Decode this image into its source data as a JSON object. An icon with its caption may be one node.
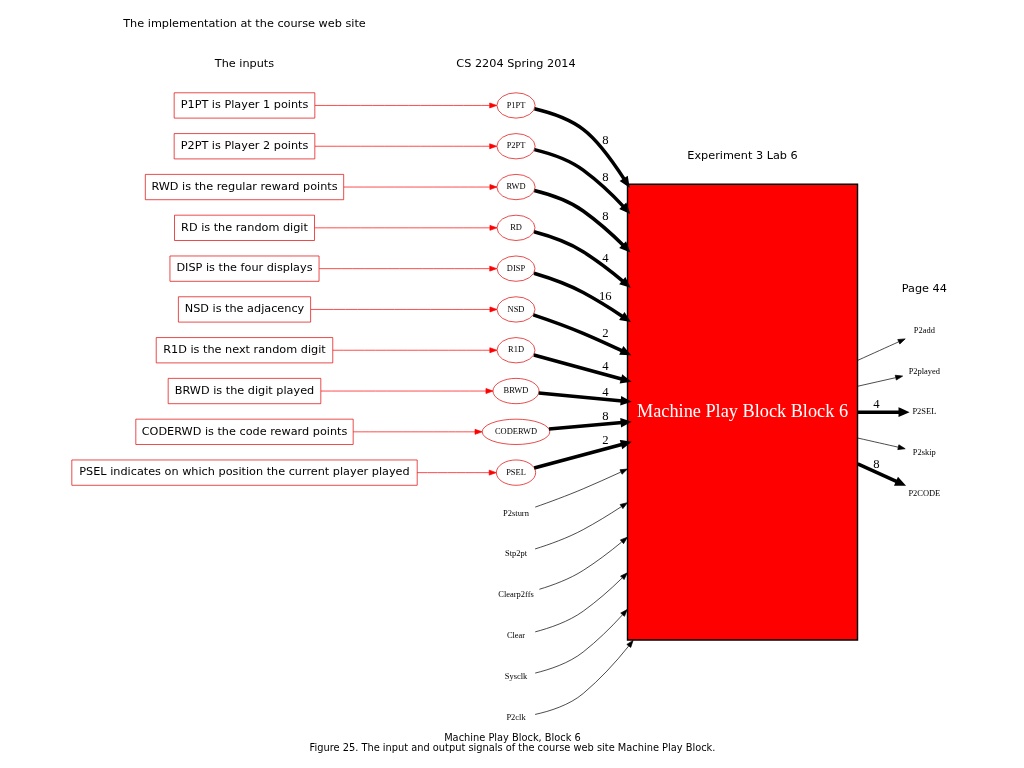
{
  "diagram": {
    "title": "Machine Play Block, Block 6",
    "caption": "Figure 25. The input and output signals of the course web site Machine Play Block.",
    "nodes": [
      {
        "text": [
          "P1PT is Player 1 points"
        ]
      },
      {
        "text": [
          "P2PT is Player 2 points"
        ]
      },
      {
        "text": [
          "RWD is the regular reward points"
        ]
      },
      {
        "text": [
          "RD is the random digit"
        ]
      },
      {
        "text": [
          "DISP is the four displays"
        ]
      },
      {
        "text": [
          "NSD is the adjacency"
        ]
      },
      {
        "text": [
          "R1D is the next random digit"
        ]
      },
      {
        "text": [
          "BRWD is the digit played"
        ]
      },
      {
        "text": [
          "CODERWD is the code reward points"
        ]
      },
      {
        "text": [
          "PSEL indicates on which position the current player played"
        ]
      },
      {
        "text": [
          "P1PT"
        ]
      },
      {
        "text": [
          "P2PT"
        ]
      },
      {
        "text": [
          "RWD"
        ]
      },
      {
        "text": [
          "RD"
        ]
      },
      {
        "text": [
          "DISP"
        ]
      },
      {
        "text": [
          "NSD"
        ]
      },
      {
        "text": [
          "R1D"
        ]
      },
      {
        "text": [
          "BRWD"
        ]
      },
      {
        "text": [
          "CODERWD"
        ]
      },
      {
        "text": [
          "PSEL"
        ]
      },
      {
        "text": [
          "P2sturn"
        ]
      },
      {
        "text": [
          "Stp2pt"
        ]
      },
      {
        "text": [
          "Clearp2ffs"
        ]
      },
      {
        "text": [
          "Clear"
        ]
      },
      {
        "text": [
          "Sysclk"
        ]
      },
      {
        "text": [
          "P2clk"
        ]
      },
      {
        "text": [
          "Machine Play Block Block 6"
        ]
      },
      {
        "text": [
          "P2add"
        ]
      },
      {
        "text": [
          "P2played"
        ]
      },
      {
        "text": [
          "P2SEL"
        ]
      },
      {
        "text": [
          "P2skip"
        ]
      },
      {
        "text": [
          "P2CODE"
        ]
      }
    ],
    "edges": [
      {
        "from": 0,
        "to": 10,
        "arrow": "to",
        "color": "#ff0000"
      },
      {
        "from": 1,
        "to": 11,
        "arrow": "to",
        "color": "#ff0000"
      },
      {
        "from": 2,
        "to": 12,
        "arrow": "to",
        "color": "#ff0000"
      },
      {
        "from": 3,
        "to": 13,
        "arrow": "to",
        "color": "#ff0000"
      },
      {
        "from": 4,
        "to": 14,
        "arrow": "to",
        "color": "#ff0000"
      },
      {
        "from": 5,
        "to": 15,
        "arrow": "to",
        "color": "#ff0000"
      },
      {
        "from": 6,
        "to": 16,
        "arrow": "to",
        "color": "#ff0000"
      },
      {
        "from": 7,
        "to": 17,
        "arrow": "to",
        "color": "#ff0000"
      },
      {
        "from": 8,
        "to": 18,
        "arrow": "to",
        "color": "#ff0000"
      },
      {
        "from": 9,
        "to": 19,
        "arrow": "to",
        "color": "#ff0000"
      },
      {
        "from": 10,
        "to": 26,
        "arrow": "to",
        "label": "8",
        "style": "thick"
      },
      {
        "from": 11,
        "to": 26,
        "arrow": "to",
        "label": "8",
        "style": "thick"
      },
      {
        "from": 12,
        "to": 26,
        "arrow": "to",
        "label": "8",
        "style": "thick"
      },
      {
        "from": 13,
        "to": 26,
        "arrow": "to",
        "label": "4",
        "style": "thick"
      },
      {
        "from": 14,
        "to": 26,
        "arrow": "to",
        "label": "16",
        "style": "thick"
      },
      {
        "from": 15,
        "to": 26,
        "arrow": "to",
        "label": "2",
        "style": "thick"
      },
      {
        "from": 16,
        "to": 26,
        "arrow": "to",
        "label": "4",
        "style": "thick"
      },
      {
        "from": 17,
        "to": 26,
        "arrow": "to",
        "label": "4",
        "style": "thick"
      },
      {
        "from": 18,
        "to": 26,
        "arrow": "to",
        "label": "8",
        "style": "thick"
      },
      {
        "from": 19,
        "to": 26,
        "arrow": "to",
        "label": "2",
        "style": "thick"
      },
      {
        "from": 20,
        "to": 26,
        "arrow": "to"
      },
      {
        "from": 21,
        "to": 26,
        "arrow": "to"
      },
      {
        "from": 22,
        "to": 26,
        "arrow": "to"
      },
      {
        "from": 23,
        "to": 26,
        "arrow": "to"
      },
      {
        "from": 24,
        "to": 26,
        "arrow": "to"
      },
      {
        "from": 25,
        "to": 26,
        "arrow": "to"
      },
      {
        "from": 26,
        "to": 27,
        "arrow": "to"
      },
      {
        "from": 26,
        "to": 28,
        "arrow": "to"
      },
      {
        "from": 26,
        "to": 29,
        "arrow": "to",
        "label": "4",
        "style": "thick"
      },
      {
        "from": 26,
        "to": 30,
        "arrow": "to"
      },
      {
        "from": 26,
        "to": 31,
        "arrow": "to",
        "label": "8",
        "style": "thick"
      }
    ],
    "labels": [
      "The implementation at the course web site",
      "The inputs",
      "CS 2204 Spring 2014",
      "Experiment 3 Lab 6",
      "Page 44"
    ]
  }
}
